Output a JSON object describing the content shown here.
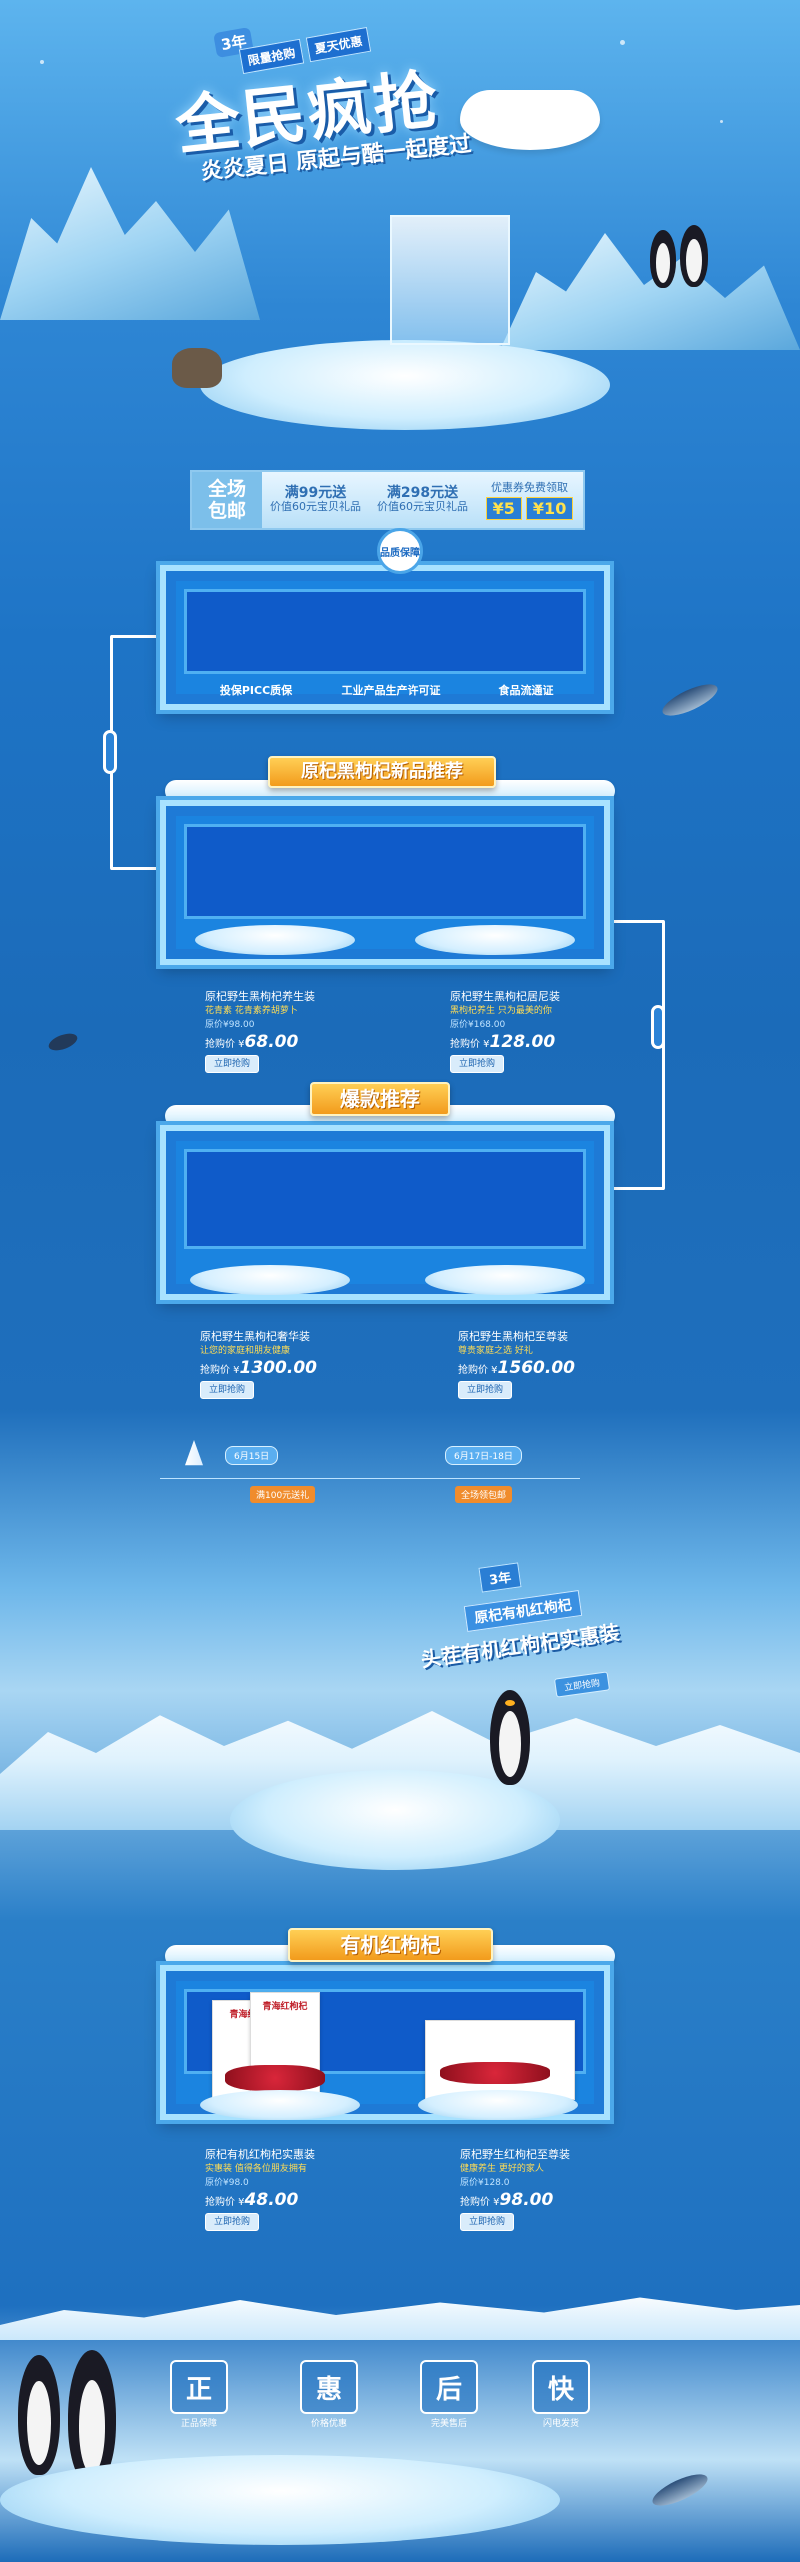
{
  "hero": {
    "tag": "3年",
    "badges": [
      "限量抢购",
      "夏天优惠"
    ],
    "title": "全民疯抢",
    "subtitle": "炎炎夏日 原起与酷一起度过"
  },
  "coupons": {
    "free_shipping": [
      "全场",
      "包邮"
    ],
    "tier1": {
      "title": "满99元送",
      "desc": "价值60元宝贝礼品"
    },
    "tier2": {
      "title": "满298元送",
      "desc": "价值60元宝贝礼品"
    },
    "tickets": {
      "title": "优惠券免费领取",
      "values": [
        "¥5",
        "¥10"
      ]
    }
  },
  "guarantee_box": {
    "badge": "品质保障",
    "features": [
      "投保PICC质保",
      "工业产品生产许可证",
      "食品流通证"
    ]
  },
  "section1": {
    "banner": "原杞黑枸杞新品推荐",
    "products": [
      {
        "name": "原杞野生黑枸杞养生装",
        "tag": "花青素 花青素养胡萝卜",
        "old": "原价¥98.00",
        "price_label": "抢购价",
        "price": "68.00",
        "btn": "立即抢购"
      },
      {
        "name": "原杞野生黑枸杞居尼装",
        "tag": "黑枸杞养生 只为最美的你",
        "old": "原价¥168.00",
        "price_label": "抢购价",
        "price": "128.00",
        "btn": "立即抢购"
      }
    ]
  },
  "section2": {
    "banner": "爆款推荐",
    "products": [
      {
        "name": "原杞野生黑枸杞奢华装",
        "tag": "让您的家庭和朋友健康",
        "price_label": "抢购价",
        "price": "1300.00",
        "btn": "立即抢购"
      },
      {
        "name": "原杞野生黑枸杞至尊装",
        "tag": "尊贵家庭之选 好礼",
        "price_label": "抢购价",
        "price": "1560.00",
        "btn": "立即抢购"
      }
    ]
  },
  "timeline": {
    "stops": [
      "6月15日",
      "6月17日-18日"
    ],
    "tags": [
      "满100元送礼",
      "全场领包邮"
    ]
  },
  "promo": {
    "small": "3年",
    "line1": "原杞有机红枸杞",
    "title": "头茬有机红枸杞实惠装",
    "btn": "立即抢购"
  },
  "section3": {
    "banner": "有机红枸杞",
    "packs": [
      "青海红枸杞",
      "青海红枸杞"
    ],
    "products": [
      {
        "name": "原杞有机红枸杞实惠装",
        "tag": "实惠装 值得各位朋友拥有",
        "old": "原价¥98.0",
        "price_label": "抢购价",
        "price": "48.00",
        "btn": "立即抢购"
      },
      {
        "name": "原杞野生红枸杞至尊装",
        "tag": "健康养生 更好的家人",
        "old": "原价¥128.0",
        "price_label": "抢购价",
        "price": "98.00",
        "btn": "立即抢购"
      }
    ]
  },
  "guarantees": [
    {
      "char": "正",
      "caption": "正品保障"
    },
    {
      "char": "惠",
      "caption": "价格优惠"
    },
    {
      "char": "后",
      "caption": "完美售后"
    },
    {
      "char": "快",
      "caption": "闪电发货"
    }
  ],
  "colors": {
    "sea": "#1b6bb9",
    "ice": "#a8e2ff",
    "banner": "#f29b1c",
    "price": "#ffffff"
  }
}
